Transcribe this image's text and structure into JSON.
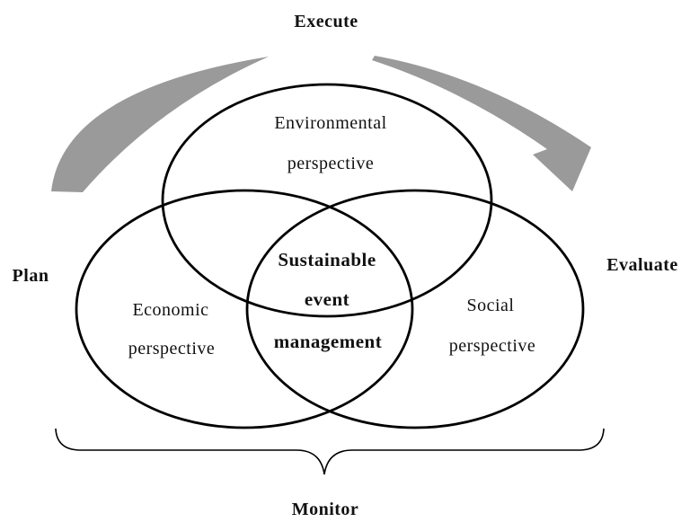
{
  "diagram": {
    "cycle": {
      "execute": "Execute",
      "plan": "Plan",
      "evaluate": "Evaluate",
      "monitor": "Monitor"
    },
    "circles": {
      "environmental": {
        "line1": "Environmental",
        "line2": "perspective"
      },
      "economic": {
        "line1": "Economic",
        "line2": "perspective"
      },
      "social": {
        "line1": "Social",
        "line2": "perspective"
      }
    },
    "center": {
      "line1": "Sustainable",
      "line2": "event",
      "line3": "management"
    },
    "colors": {
      "arrow_gray": "#9a9a9a",
      "outline_black": "#000000",
      "text_color": "#111111",
      "background": "#ffffff"
    }
  }
}
